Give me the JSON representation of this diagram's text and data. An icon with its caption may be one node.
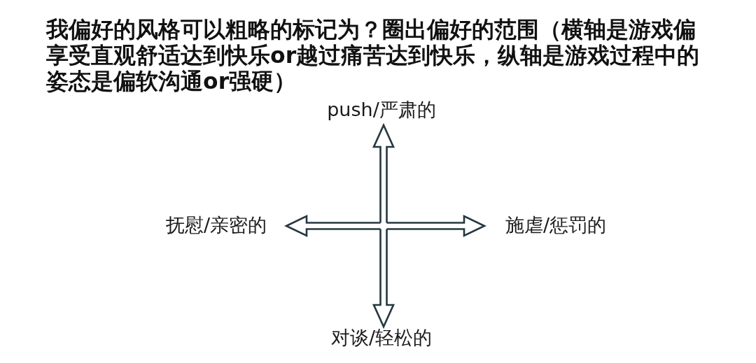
{
  "diagram": {
    "title": "我偏好的风格可以粗略的标记为？圈出偏好的范围（横轴是游戏偏享受直观舒适达到快乐or越过痛苦达到快乐，纵轴是游戏过程中的姿态是偏软沟通or强硬）",
    "labels": [
      "push/严肃的",
      "抚慰/亲密的",
      "施虐/惩罚的",
      "对谈/轻松的"
    ]
  }
}
